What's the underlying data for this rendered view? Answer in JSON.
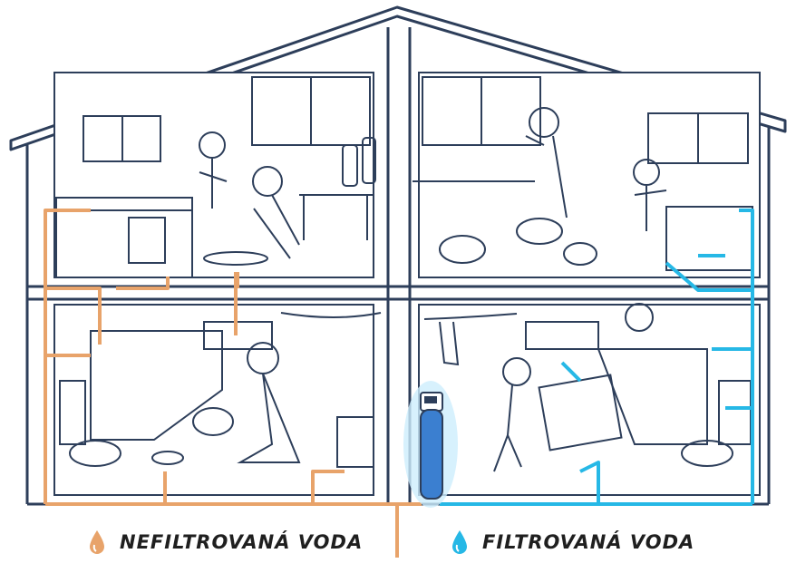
{
  "legend": {
    "unfiltered": {
      "label": "NEFILTROVANÁ VODA",
      "color": "#e8a36a",
      "icon": "water-drop-icon"
    },
    "filtered": {
      "label": "FILTROVANÁ VODA",
      "color": "#26b8e6",
      "icon": "water-drop-icon"
    }
  },
  "colors": {
    "outline": "#2d3e5a",
    "unfiltered_pipe": "#e8a36a",
    "filtered_pipe": "#26b8e6",
    "filter_glow": "#cdeefd",
    "filter_body": "#3b7fd0"
  },
  "rooms": [
    {
      "id": "kitchen-dirty",
      "description_icon": "kitchen-icon"
    },
    {
      "id": "kitchen-clean",
      "description_icon": "kitchen-icon"
    },
    {
      "id": "bathroom-dirty",
      "description_icon": "bathtub-icon"
    },
    {
      "id": "bathroom-clean",
      "description_icon": "bathtub-icon"
    }
  ]
}
